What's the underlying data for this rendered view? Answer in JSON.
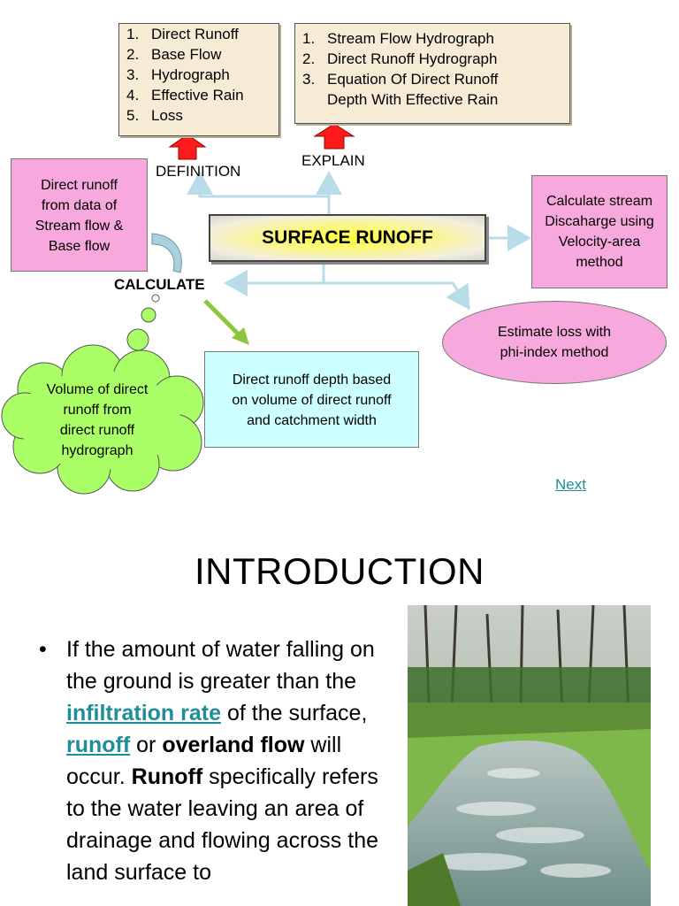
{
  "definition_note": {
    "items": [
      {
        "num": "1.",
        "text": "Direct Runoff"
      },
      {
        "num": "2.",
        "text": "Base Flow"
      },
      {
        "num": "3.",
        "text": "Hydrograph"
      },
      {
        "num": "4.",
        "text": "Effective Rain"
      },
      {
        "num": "5.",
        "text": "Loss"
      }
    ]
  },
  "explain_note": {
    "items": [
      {
        "num": "1.",
        "text": "Stream Flow Hydrograph"
      },
      {
        "num": "2.",
        "text": "Direct Runoff Hydrograph"
      },
      {
        "num": "3.",
        "text": "Equation Of Direct Runoff"
      }
    ],
    "continuation": "Depth With Effective Rain"
  },
  "labels": {
    "definition": "DEFINITION",
    "explain": "EXPLAIN",
    "calculate": "CALCULATE"
  },
  "central_title": "SURFACE RUNOFF",
  "boxes": {
    "left_pink": [
      "Direct runoff",
      "from data of",
      "Stream flow &",
      "Base flow"
    ],
    "right_pink": [
      "Calculate stream",
      "Discaharge using",
      "Velocity-area",
      "method"
    ],
    "ellipse": [
      "Estimate loss with",
      "phi-index method"
    ],
    "cyan": [
      "Direct runoff depth based",
      "on volume of direct runoff",
      "and catchment width"
    ],
    "cloud": [
      "Volume of direct",
      "runoff from",
      "direct runoff",
      "hydrograph"
    ]
  },
  "next_link": "Next",
  "intro": {
    "title": "INTRODUCTION",
    "bullet": "•",
    "p1": "If the amount of water falling on the ground is greater than the ",
    "link1": "infiltration rate",
    "p2": " of the surface, ",
    "link2": "runoff",
    "p3": " or ",
    "b1": "overland flow",
    "p4": " will occur. ",
    "b2": "Runoff",
    "p5": " specifically refers to the water leaving an area of drainage and flowing across the land surface to"
  },
  "colors": {
    "note_bg": "#f6ecd6",
    "pink": "#f7a8dc",
    "cyan": "#ccffff",
    "arrow_red": "#ff1a1a",
    "arrow_green": "#8cc63f",
    "cloud_green": "#aaff66",
    "link": "#1f8e98",
    "connector": "#b8dce8"
  }
}
